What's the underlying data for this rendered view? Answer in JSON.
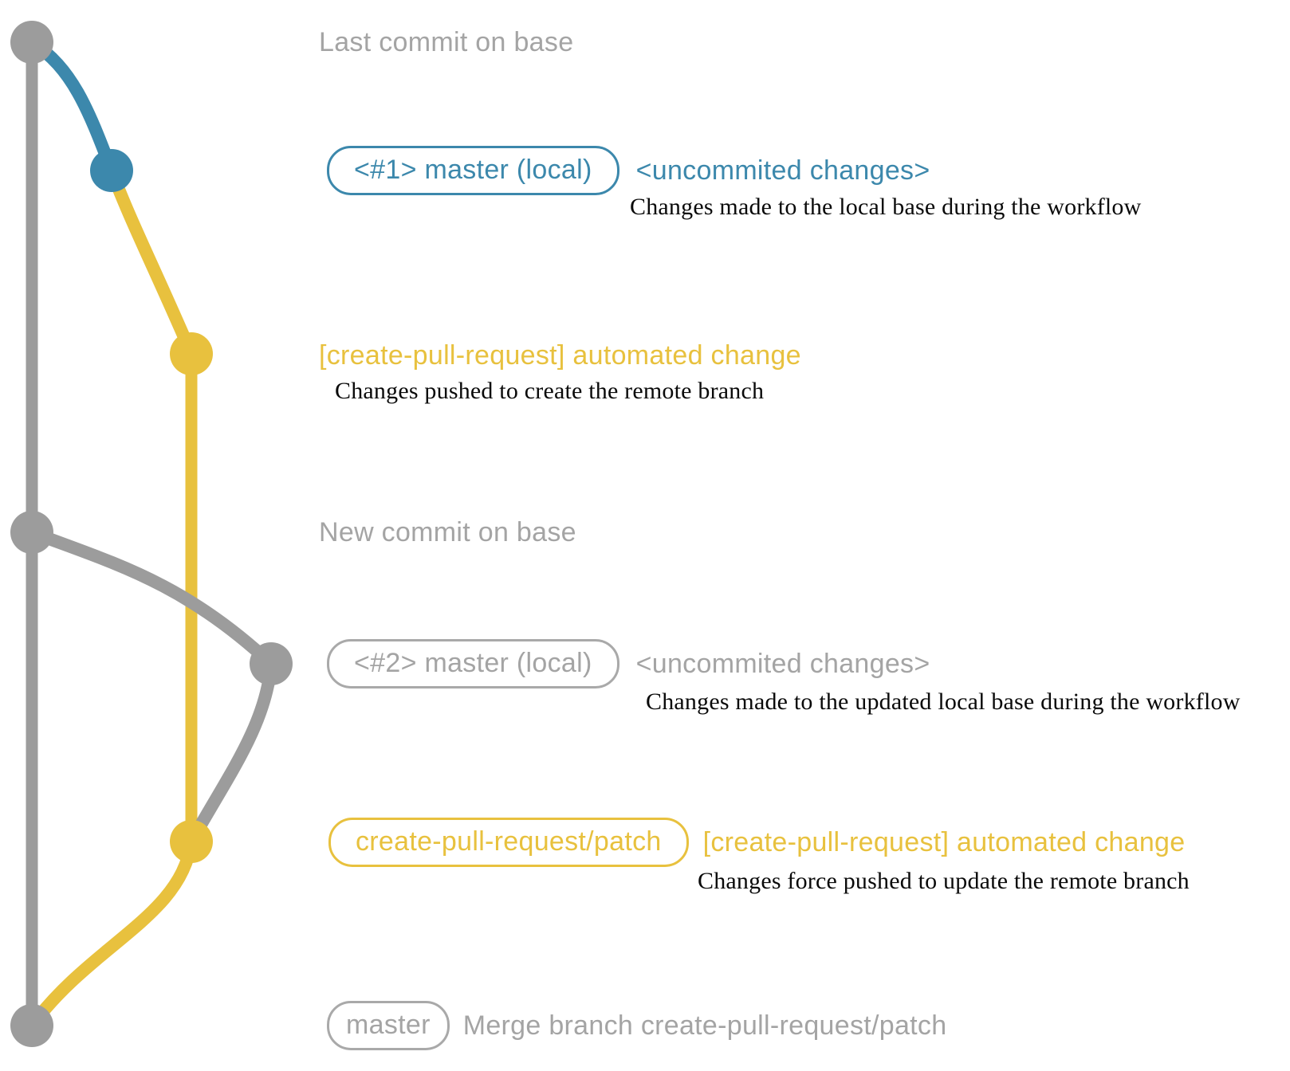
{
  "colors": {
    "blue": "#3c88ac",
    "yellow": "#e8c13e",
    "gray": "#9c9c9c",
    "gray_text": "#a4a4a4",
    "gray_border": "#a9a9a9",
    "description_text": "#0a0a0a"
  },
  "rows": {
    "last_commit": {
      "label": "Last commit on base"
    },
    "local1": {
      "badge": "<#1> master (local)",
      "message": "<uncommited changes>",
      "description": "Changes made to the local base during the workflow"
    },
    "patch1": {
      "message": "[create-pull-request] automated change",
      "description": "Changes pushed to create the remote branch"
    },
    "new_commit": {
      "label": "New commit on base"
    },
    "local2": {
      "badge": "<#2> master (local)",
      "message": "<uncommited changes>",
      "description": "Changes made to the updated local base during the workflow"
    },
    "patch2": {
      "badge": "create-pull-request/patch",
      "message": "[create-pull-request] automated change",
      "description": "Changes force pushed to update the remote branch"
    },
    "merge": {
      "badge": "master",
      "message": "Merge branch create-pull-request/patch"
    }
  },
  "graph": {
    "commit_dots": [
      {
        "aligns_with": "last_commit",
        "color": "gray"
      },
      {
        "aligns_with": "local1",
        "color": "blue"
      },
      {
        "aligns_with": "patch1",
        "color": "yellow"
      },
      {
        "aligns_with": "new_commit",
        "color": "gray"
      },
      {
        "aligns_with": "local2",
        "color": "gray"
      },
      {
        "aligns_with": "patch2",
        "color": "yellow"
      },
      {
        "aligns_with": "merge",
        "color": "gray"
      }
    ]
  }
}
